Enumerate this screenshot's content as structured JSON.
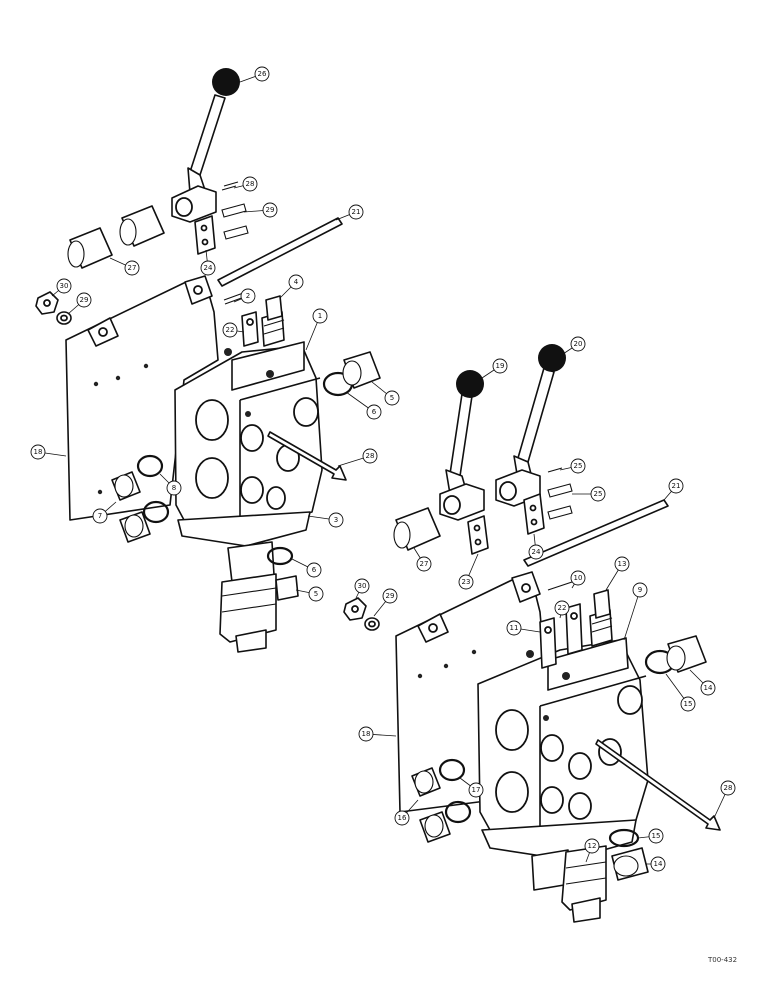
{
  "figure": {
    "reference_code": "T00-432"
  },
  "assembly_a": {
    "callouts": [
      {
        "id": "a26",
        "label": "26"
      },
      {
        "id": "a27",
        "label": "27"
      },
      {
        "id": "a28",
        "label": "28"
      },
      {
        "id": "a29",
        "label": "29"
      },
      {
        "id": "a24",
        "label": "24"
      },
      {
        "id": "a21",
        "label": "21"
      },
      {
        "id": "a30",
        "label": "30"
      },
      {
        "id": "a29b",
        "label": "29"
      },
      {
        "id": "a4",
        "label": "4"
      },
      {
        "id": "a2",
        "label": "2"
      },
      {
        "id": "a22",
        "label": "22"
      },
      {
        "id": "a1",
        "label": "1"
      },
      {
        "id": "a5",
        "label": "5"
      },
      {
        "id": "a6",
        "label": "6"
      },
      {
        "id": "a18",
        "label": "18"
      },
      {
        "id": "a8",
        "label": "8"
      },
      {
        "id": "a28b",
        "label": "28"
      },
      {
        "id": "a7",
        "label": "7"
      },
      {
        "id": "a3",
        "label": "3"
      },
      {
        "id": "a6b",
        "label": "6"
      },
      {
        "id": "a5b",
        "label": "5"
      }
    ]
  },
  "assembly_b": {
    "callouts": [
      {
        "id": "b20",
        "label": "20"
      },
      {
        "id": "b19",
        "label": "19"
      },
      {
        "id": "b25",
        "label": "25"
      },
      {
        "id": "b25b",
        "label": "25"
      },
      {
        "id": "b21",
        "label": "21"
      },
      {
        "id": "b27",
        "label": "27"
      },
      {
        "id": "b23",
        "label": "23"
      },
      {
        "id": "b24",
        "label": "24"
      },
      {
        "id": "b10",
        "label": "10"
      },
      {
        "id": "b13",
        "label": "13"
      },
      {
        "id": "b9",
        "label": "9"
      },
      {
        "id": "b30",
        "label": "30"
      },
      {
        "id": "b29",
        "label": "29"
      },
      {
        "id": "b22",
        "label": "22"
      },
      {
        "id": "b11",
        "label": "11"
      },
      {
        "id": "b14",
        "label": "14"
      },
      {
        "id": "b15",
        "label": "15"
      },
      {
        "id": "b18",
        "label": "18"
      },
      {
        "id": "b28",
        "label": "28"
      },
      {
        "id": "b17",
        "label": "17"
      },
      {
        "id": "b16",
        "label": "16"
      },
      {
        "id": "b12",
        "label": "12"
      },
      {
        "id": "b15b",
        "label": "15"
      },
      {
        "id": "b14b",
        "label": "14"
      }
    ]
  }
}
